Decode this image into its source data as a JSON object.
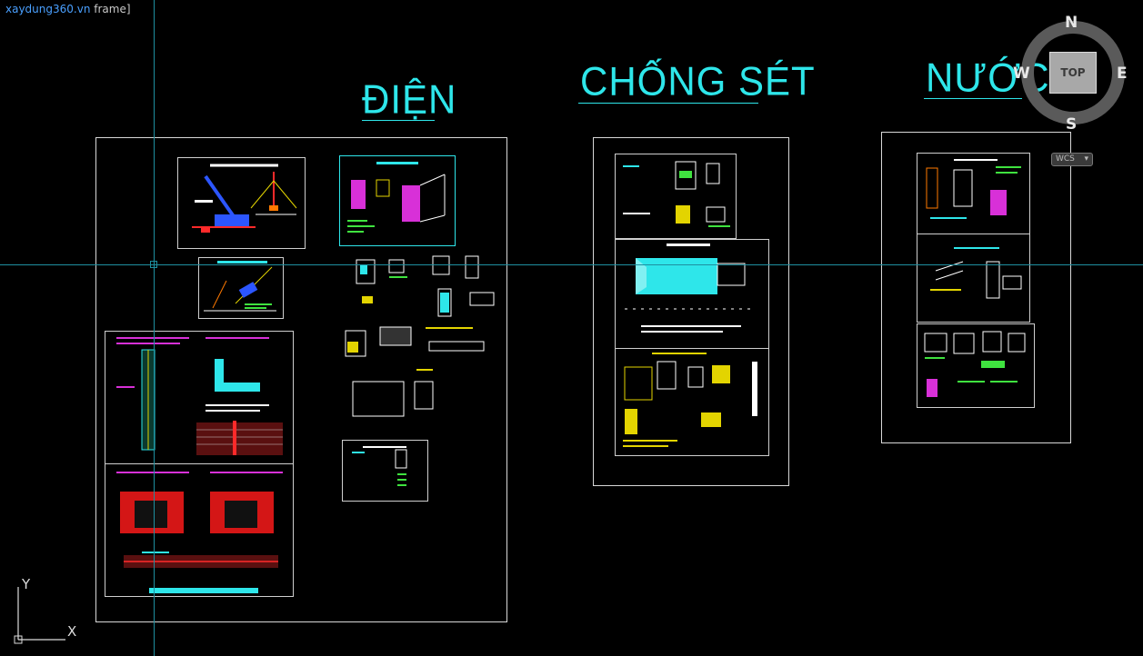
{
  "viewport": {
    "label_brand": "xaydung360.vn",
    "label_suffix": "frame]"
  },
  "sections": [
    {
      "title": "ĐIỆN"
    },
    {
      "title": "CHỐNG SÉT"
    },
    {
      "title": "NƯỚC"
    }
  ],
  "viewcube": {
    "face": "TOP",
    "north": "N",
    "south": "S",
    "east": "E",
    "west": "W",
    "wcs_label": "WCS"
  },
  "ucs": {
    "x_label": "X",
    "y_label": "Y"
  },
  "colors": {
    "background": "#000000",
    "title": "#2ee6ea",
    "crosshair": "#1e8fa0",
    "frame": "#d8d8d8"
  }
}
